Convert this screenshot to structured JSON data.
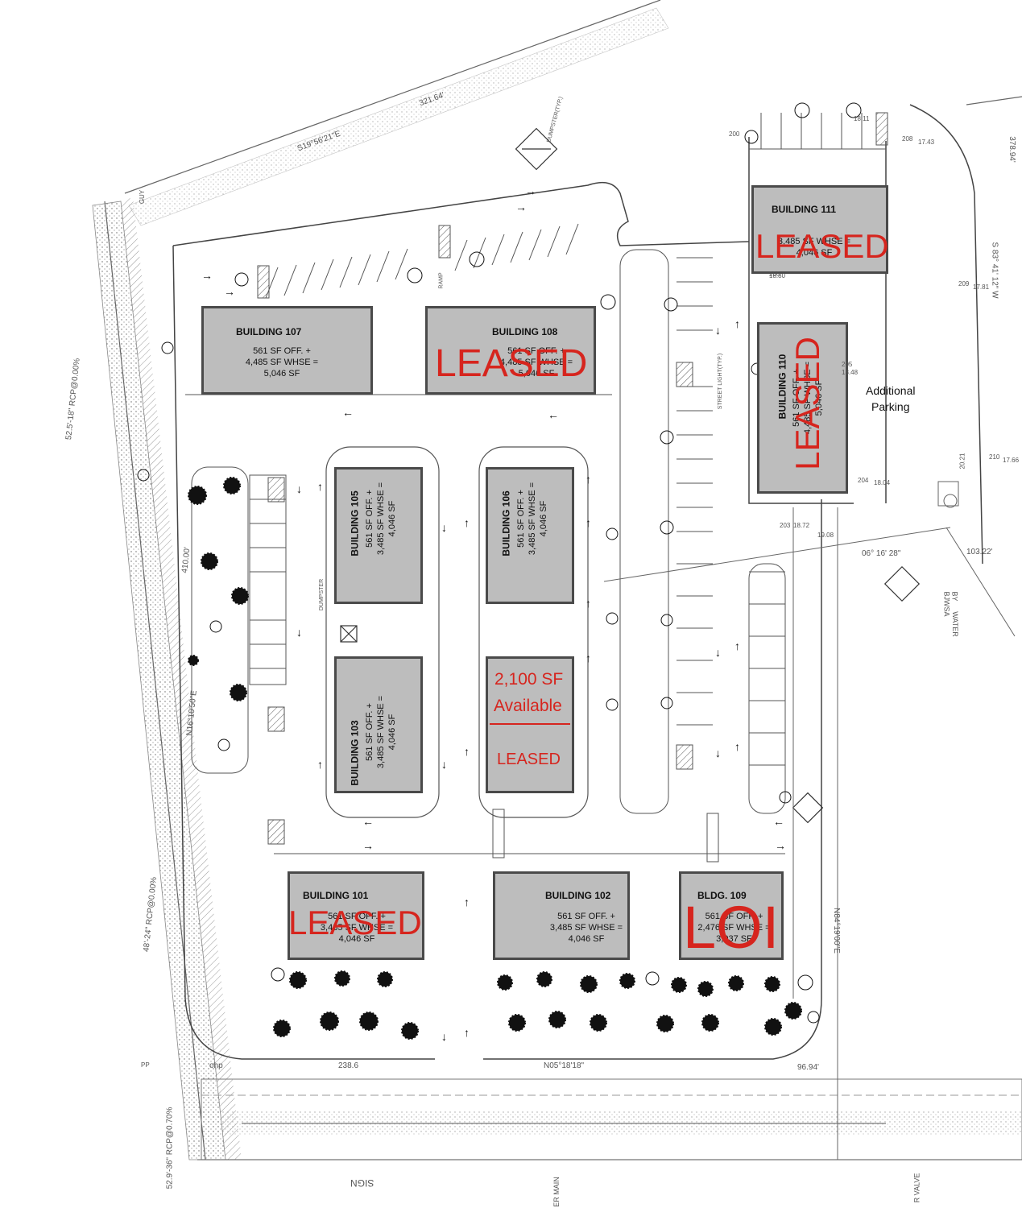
{
  "buildings": {
    "b101": {
      "name": "BUILDING 101",
      "desc": "561 SF OFF. +\n3,485 SF WHSE =\n4,046 SF",
      "status": "LEASED"
    },
    "b102": {
      "name": "BUILDING 102",
      "desc": "561 SF OFF. +\n3,485 SF WHSE =\n4,046 SF"
    },
    "b103": {
      "name": "BUILDING 103",
      "desc": "561 SF OFF. +\n3,485 SF WHSE =\n4,046 SF"
    },
    "b105": {
      "name": "BUILDING 105",
      "desc": "561 SF OFF. +\n3,485 SF WHSE =\n4,046 SF"
    },
    "b106": {
      "name": "BUILDING 106",
      "desc": "561 SF OFF. +\n3,485 SF WHSE =\n4,046 SF"
    },
    "b107": {
      "name": "BUILDING 107",
      "desc": "561 SF OFF. +\n4,485 SF WHSE =\n5,046 SF"
    },
    "b108": {
      "name": "BUILDING 108",
      "desc": "561 SF OFF. +\n4,485 SF WHSE =\n5,046 SF",
      "status": "LEASED"
    },
    "b109": {
      "name": "BLDG. 109",
      "desc": "561 SF OFF. +\n2,476 SF WHSE =\n3,037 SF",
      "status": "LOI"
    },
    "b110": {
      "name": "BUILDING 110",
      "desc": "561 SF OFF. +\n4,485 SF WHSE =\n5,046 SF",
      "status": "LEASED"
    },
    "b111": {
      "name": "BUILDING 111",
      "desc": "3,485 SF WHSE =\n4,046 SF",
      "status": "LEASED"
    },
    "b104": {
      "available": "2,100 SF",
      "available2": "Available",
      "leased": "LEASED"
    }
  },
  "labels": {
    "additional_parking": "Additional\nParking",
    "dumpster": "DUMPSTER",
    "dumpster_typ": "DUMPSTER(TYP.)",
    "sign": "SIGN",
    "water_main": "ER MAIN",
    "valve": "R VALVE",
    "ramp": "RAMP",
    "street_light": "STREET LIGHT(TYP.)"
  },
  "survey": {
    "bearing_top": "S19°56'21\"E",
    "dist_top": "321.64'",
    "dist_right": "378.94'",
    "bearing_right": "S 83° 41' 12\" W",
    "bearing_mid": "06° 16' 28\"",
    "dist_mid": "103.22'",
    "bearing_left": "N16°10'50\"E",
    "dist_left": "410.00'",
    "rcp_1": "52.5'-18\" RCP@0.00%",
    "rcp_2": "48'-24\" RCP@0.00%",
    "rcp_3": "52.9'-36\" RCP@0.70%",
    "dist_bottom": "238.6",
    "bearing_bottom": "N05°18'18\"",
    "dist_bottom_right": "96.94'",
    "bearing_lower_right": "N84°19'00\"E",
    "bjwsa": "BY\nBJWSA",
    "water": "WATER",
    "ohp": "ohp",
    "pp": "PP",
    "guy": "GUY",
    "spot_elev": [
      "200",
      "18.11",
      "208",
      "17.43",
      "209",
      "17.81",
      "210",
      "17.66",
      "203",
      "18.72",
      "19.08",
      "204",
      "18.04",
      "205",
      "18.48",
      "206",
      "18.80",
      "20.21"
    ]
  }
}
